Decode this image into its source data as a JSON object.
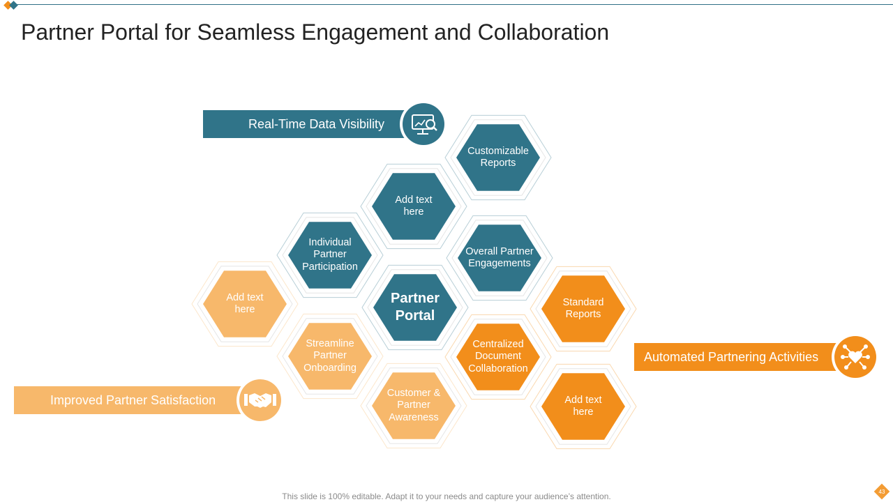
{
  "slide": {
    "title": "Partner Portal for Seamless Engagement and Collaboration",
    "footer": "This slide is 100% editable. Adapt it to your needs and capture your audience’s attention.",
    "page_number": "43"
  },
  "colors": {
    "teal": "#307489",
    "orange": "#f28e1b",
    "light_orange": "#f7b86b"
  },
  "hexagons": [
    {
      "id": "customizable-reports",
      "lines": [
        "Customizable",
        "Reports"
      ],
      "color": "teal"
    },
    {
      "id": "add-text-top",
      "lines": [
        "Add text",
        "here"
      ],
      "color": "teal"
    },
    {
      "id": "individual-partner-participation",
      "lines": [
        "Individual",
        "Partner",
        "Participation"
      ],
      "color": "teal"
    },
    {
      "id": "overall-partner-engagements",
      "lines": [
        "Overall Partner",
        "Engagements"
      ],
      "color": "teal"
    },
    {
      "id": "partner-portal",
      "lines": [
        "Partner",
        "Portal"
      ],
      "color": "teal"
    },
    {
      "id": "add-text-left",
      "lines": [
        "Add text",
        "here"
      ],
      "color": "light_orange"
    },
    {
      "id": "streamline-partner-onboarding",
      "lines": [
        "Streamline",
        "Partner",
        "Onboarding"
      ],
      "color": "light_orange"
    },
    {
      "id": "customer-partner-awareness",
      "lines": [
        "Customer &",
        "Partner",
        "Awareness"
      ],
      "color": "light_orange"
    },
    {
      "id": "standard-reports",
      "lines": [
        "Standard",
        "Reports"
      ],
      "color": "orange"
    },
    {
      "id": "centralized-document-collaboration",
      "lines": [
        "Centralized",
        "Document",
        "Collaboration"
      ],
      "color": "orange"
    },
    {
      "id": "add-text-right",
      "lines": [
        "Add text",
        "here"
      ],
      "color": "orange"
    }
  ],
  "banners": {
    "real_time": {
      "label": "Real-Time Data Visibility",
      "icon": "monitor-analytics-icon",
      "color": "teal"
    },
    "automated": {
      "label": "Automated Partnering Activities",
      "icon": "network-heart-icon",
      "color": "orange"
    },
    "improved": {
      "label": "Improved Partner Satisfaction",
      "icon": "handshake-icon",
      "color": "light_orange"
    }
  }
}
